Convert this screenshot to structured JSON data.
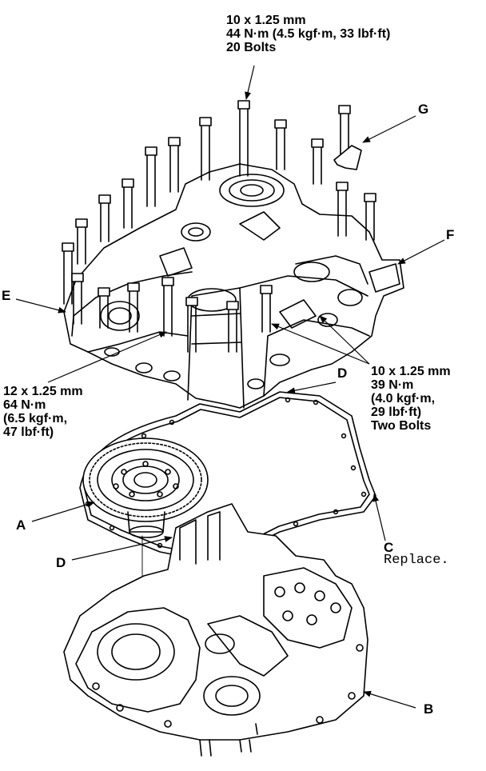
{
  "spec_top": {
    "line1": "10 x 1.25 mm",
    "line2": "44 N·m (4.5 kgf·m, 33 lbf·ft)",
    "line3": "20 Bolts"
  },
  "spec_left": {
    "line1": "12 x 1.25 mm",
    "line2": "64 N·m",
    "line3": "(6.5 kgf·m,",
    "line4": "47 lbf·ft)"
  },
  "spec_right": {
    "line1": "10 x 1.25 mm",
    "line2": "39 N·m",
    "line3": "(4.0 kgf·m,",
    "line4": "29 lbf·ft)",
    "line5": "Two Bolts"
  },
  "callouts": {
    "a": "A",
    "b": "B",
    "c": "C",
    "d_upper": "D",
    "d_lower": "D",
    "e": "E",
    "f": "F",
    "g": "G"
  },
  "note_replace": "Replace."
}
